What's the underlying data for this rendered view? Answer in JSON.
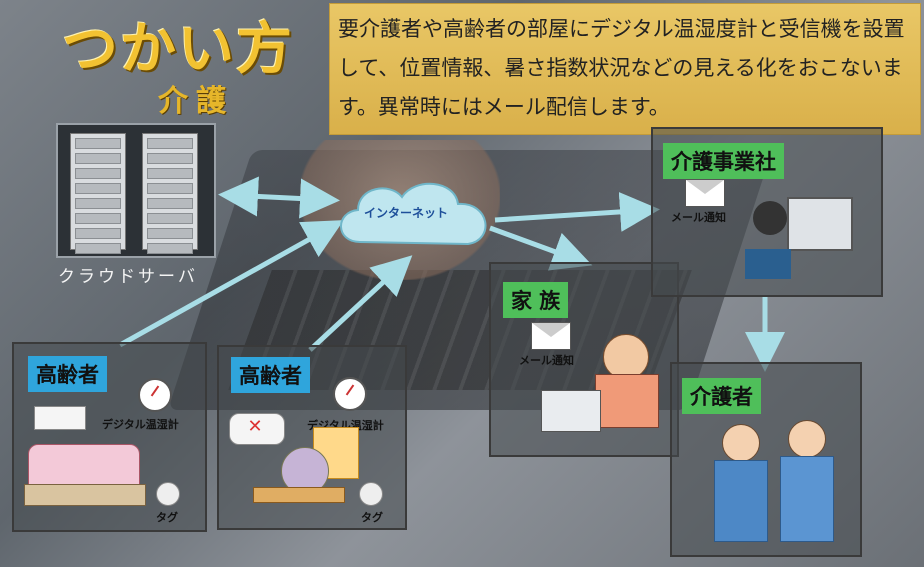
{
  "title": "つかい方",
  "subtitle": "介護",
  "description": "要介護者や高齢者の部屋にデジタル温湿度計と受信機を設置して、位置情報、暑さ指数状況などの見える化をおこないます。異常時にはメール配信します。",
  "nodes": {
    "server": {
      "label": "クラウドサーバ"
    },
    "internet": {
      "label": "インターネット"
    },
    "elderly_1": {
      "badge": "高齢者",
      "thermometer": "デジタル温湿計",
      "tag": "タグ"
    },
    "elderly_2": {
      "badge": "高齢者",
      "thermometer": "デジタル温湿計",
      "tag": "タグ"
    },
    "family": {
      "badge": "家 族",
      "mail": "メール通知"
    },
    "care_office": {
      "badge": "介護事業社",
      "mail": "メール通知"
    },
    "caregiver": {
      "badge": "介護者"
    }
  },
  "colors": {
    "accent_blue": "#2fa5dc",
    "accent_green": "#4fbf5a",
    "gold": "#f2c232",
    "arrow": "#a8dde6"
  }
}
